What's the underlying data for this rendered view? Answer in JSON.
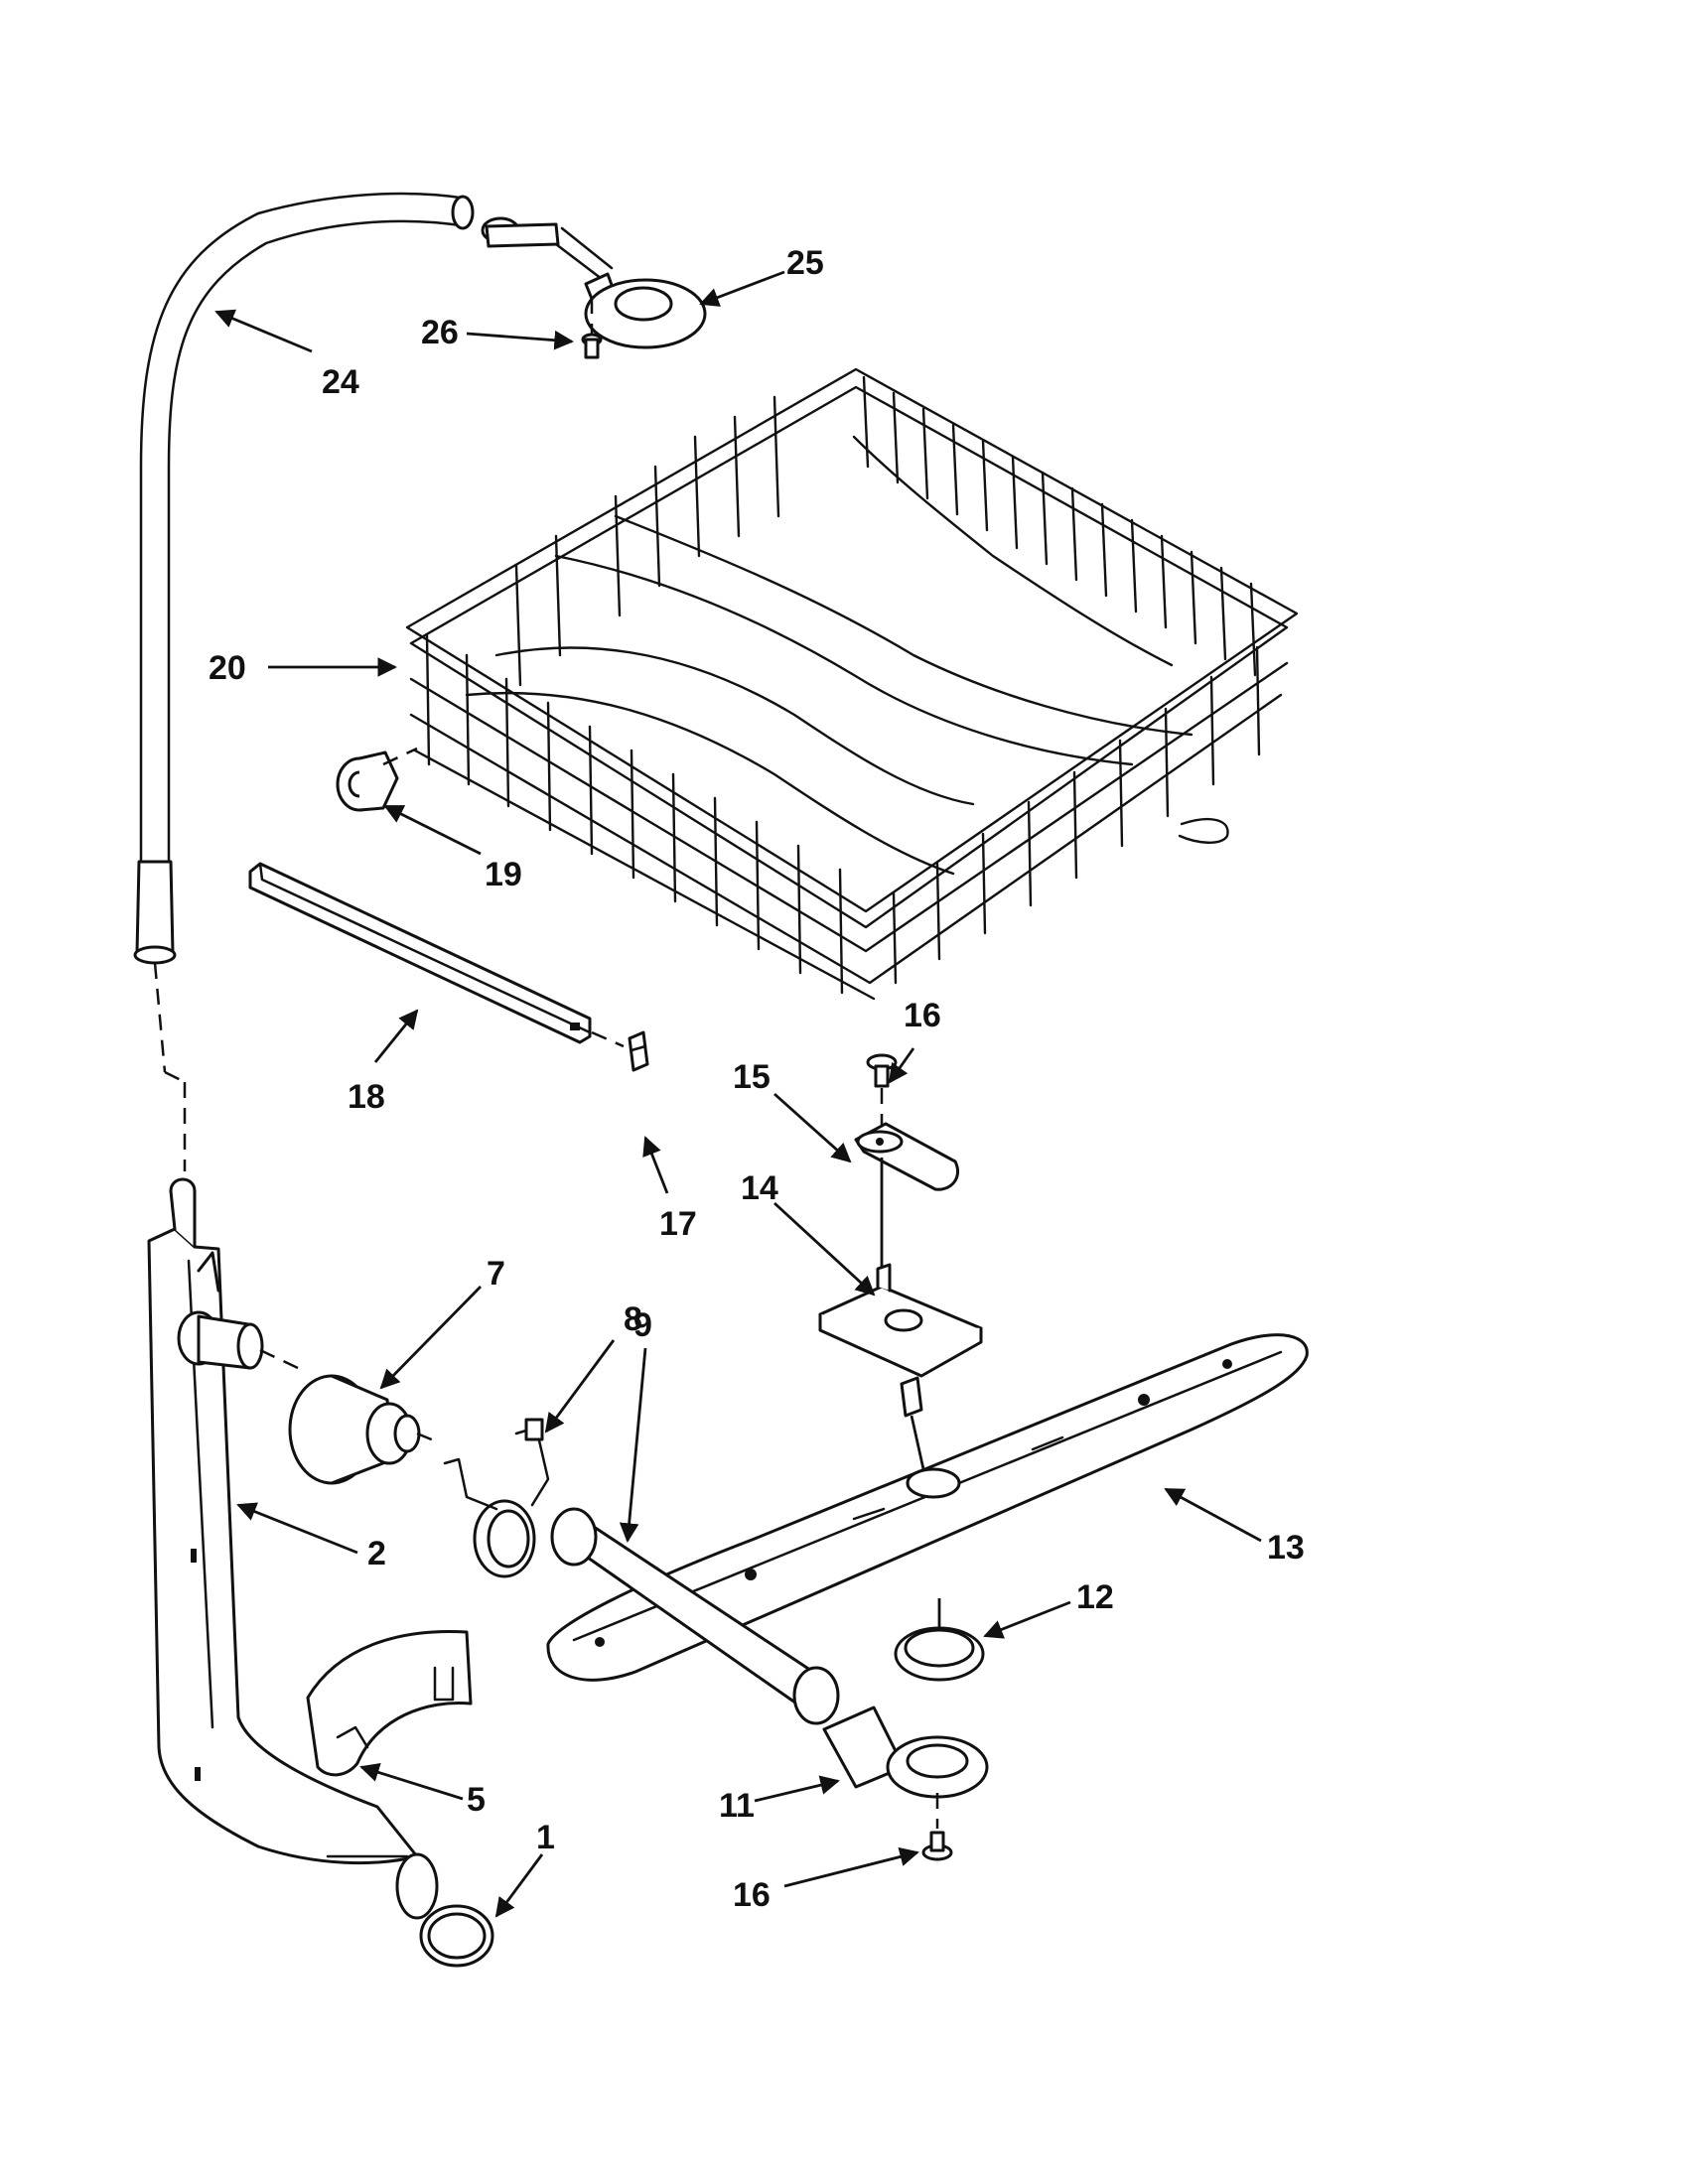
{
  "callouts": {
    "c1": "1",
    "c2": "2",
    "c5": "5",
    "c7": "7",
    "c8": "8",
    "c9": "9",
    "c11": "11",
    "c12": "12",
    "c13": "13",
    "c14": "14",
    "c15": "15",
    "c16a": "16",
    "c16b": "16",
    "c17": "17",
    "c18": "18",
    "c19": "19",
    "c20": "20",
    "c24": "24",
    "c25": "25",
    "c26": "26"
  },
  "colors": {
    "line": "#111111",
    "background": "#ffffff"
  }
}
